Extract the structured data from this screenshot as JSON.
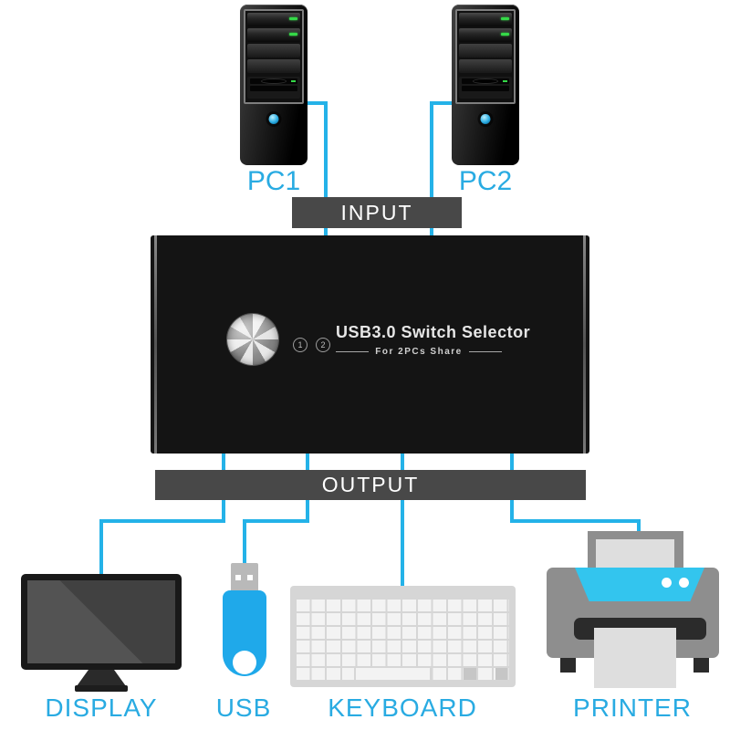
{
  "sources": [
    {
      "label": "PC1"
    },
    {
      "label": "PC2"
    }
  ],
  "input_bar": {
    "label": "INPUT"
  },
  "output_bar": {
    "label": "OUTPUT"
  },
  "switch_device": {
    "port_indicators": [
      "1",
      "2"
    ],
    "title": "USB3.0 Switch Selector",
    "subtitle": "For 2PCs Share"
  },
  "outputs": [
    {
      "label": "DISPLAY"
    },
    {
      "label": "USB"
    },
    {
      "label": "KEYBOARD"
    },
    {
      "label": "PRINTER"
    }
  ],
  "colors": {
    "accent": "#29abe2",
    "line": "#24b2e8",
    "bar": "#484848",
    "box_black": "#141414",
    "usb_blue": "#1fa9ea",
    "printer_panel": "#33c5ee",
    "led_green": "#35d948"
  }
}
